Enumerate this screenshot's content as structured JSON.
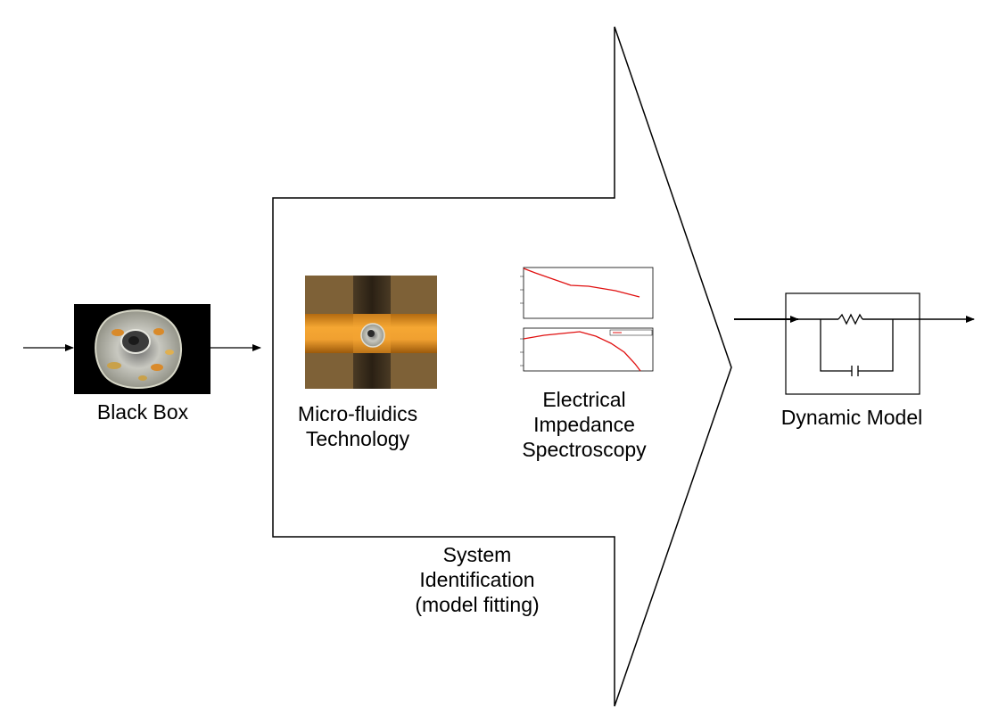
{
  "black_box": {
    "label": "Black Box"
  },
  "microfluidics": {
    "line1": "Micro-fluidics",
    "line2": "Technology"
  },
  "impedance": {
    "line1": "Electrical",
    "line2": "Impedance",
    "line3": "Spectroscopy"
  },
  "system_id": {
    "line1": "System",
    "line2": "Identification",
    "line3": "(model fitting)"
  },
  "dynamic_model": {
    "label": "Dynamic Model"
  },
  "colors": {
    "stroke": "#000000",
    "trace": "#e01010",
    "channel": "#d98a1e",
    "background": "#ffffff"
  }
}
